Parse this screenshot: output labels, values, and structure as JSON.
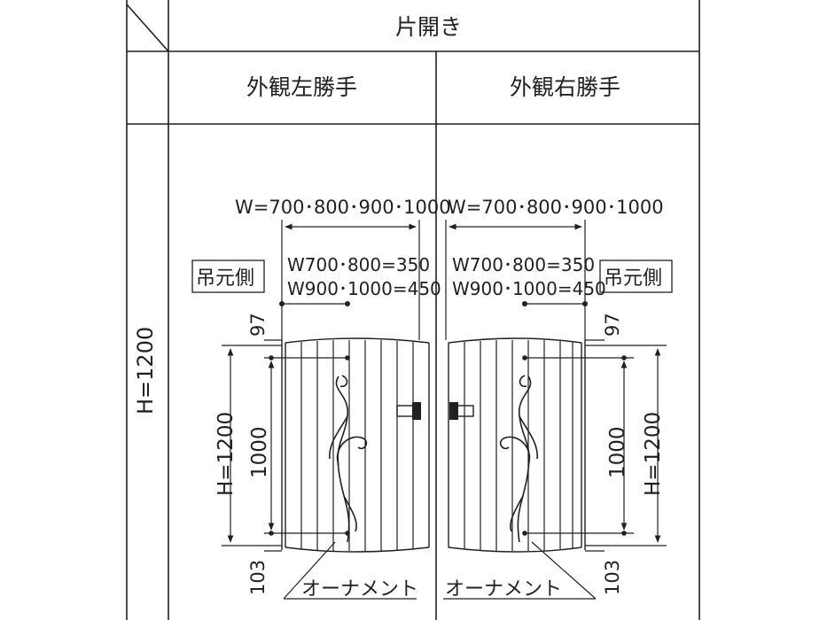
{
  "table": {
    "header_top": "片開き",
    "col_left": "外観左勝手",
    "col_right": "外観右勝手",
    "row_label": "H=1200"
  },
  "left_panel": {
    "width_all": "W=700･800･900･1000",
    "latch_line1": "W700･800=350",
    "latch_line2": "W900･1000=450",
    "hinge_side": "吊元側",
    "top_gap": "97",
    "bottom_gap": "103",
    "overall_height": "H=1200",
    "inner_height": "1000",
    "ornament": "オーナメント"
  },
  "right_panel": {
    "width_all": "W=700･800･900･1000",
    "latch_line1": "W700･800=350",
    "latch_line2": "W900･1000=450",
    "hinge_side": "吊元側",
    "top_gap": "97",
    "bottom_gap": "103",
    "overall_height": "H=1200",
    "inner_height": "1000",
    "ornament": "オーナメント"
  },
  "colors": {
    "line": "#231f20",
    "background": "#ffffff"
  }
}
